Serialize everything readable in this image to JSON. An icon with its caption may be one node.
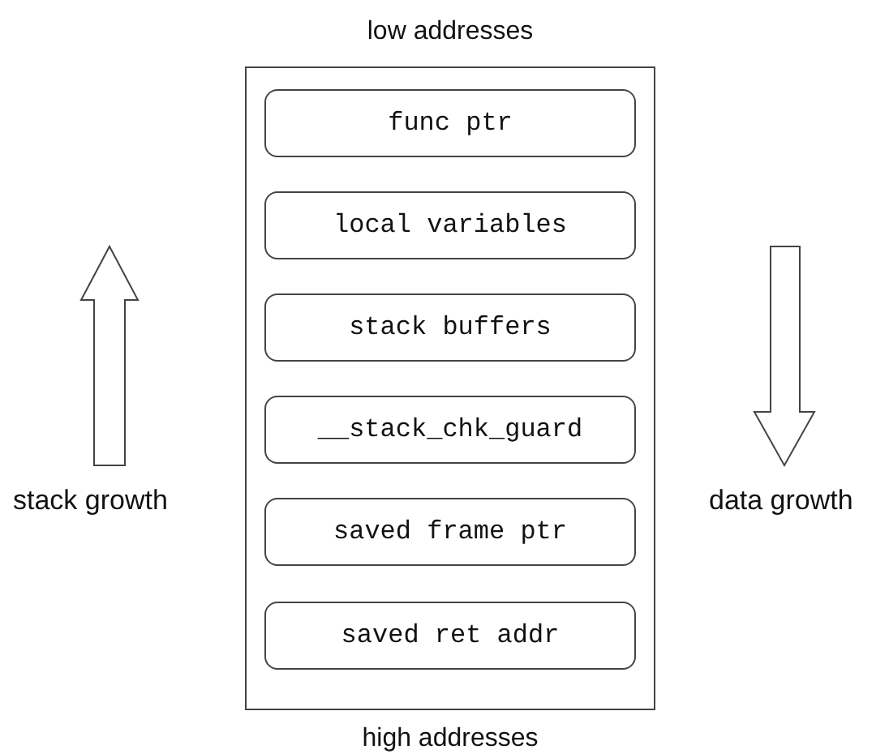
{
  "diagram": {
    "nodes": [
      {
        "text": [
          "low addresses",
          "high addresses"
        ]
      },
      {
        "text": [
          "func ptr"
        ],
        "in": 0
      },
      {
        "text": [
          "local variables"
        ],
        "in": 0
      },
      {
        "text": [
          "stack buffers"
        ],
        "in": 0
      },
      {
        "text": [
          "__stack_chk_guard"
        ],
        "in": 0
      },
      {
        "text": [
          "saved frame ptr"
        ],
        "in": 0
      },
      {
        "text": [
          "saved ret addr"
        ],
        "in": 0
      }
    ],
    "labels": [
      "stack growth",
      "data growth"
    ]
  }
}
